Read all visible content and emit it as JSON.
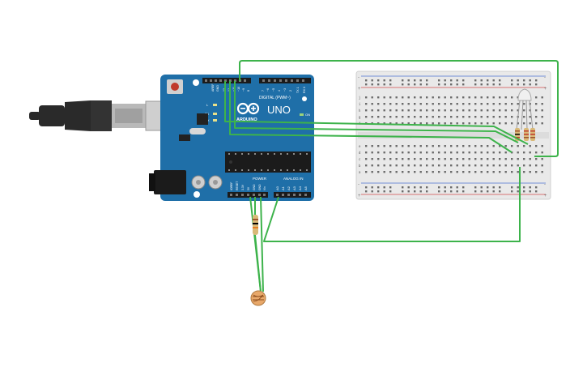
{
  "arduino": {
    "model_label": "UNO",
    "brand_label": "ARDUINO",
    "digital_header_label": "DIGITAL (PWM~)",
    "power_label": "POWER",
    "analog_label": "ANALOG IN",
    "on_led_label": "ON",
    "led_labels": [
      "L",
      "TX",
      "RX"
    ],
    "digital_pin_labels": [
      "AREF",
      "GND",
      "13",
      "12",
      "~11",
      "~10",
      "~9",
      "8",
      "7",
      "~6",
      "~5",
      "4",
      "~3",
      "2",
      "TX 1",
      "RX 0"
    ],
    "power_pin_labels": [
      "IOREF",
      "RESET",
      "3.3V",
      "5V",
      "GND",
      "GND",
      "Vin"
    ],
    "analog_pin_labels": [
      "A0",
      "A1",
      "A2",
      "A3",
      "A4",
      "A5"
    ]
  },
  "breadboard": {
    "row_letters_top": [
      "j",
      "i",
      "h",
      "g",
      "f"
    ],
    "row_letters_bottom": [
      "e",
      "d",
      "c",
      "b",
      "a"
    ],
    "rail_plus": "+",
    "rail_minus": "-"
  },
  "colors": {
    "wire": "#3db34b",
    "pcb": "#1f6fa8",
    "breadboard": "#e9e9e9",
    "resistor": "#d9b978",
    "usb_cable": "#2a2a2a"
  },
  "icons": {
    "arduino_logo": "infinity-logo-icon",
    "photoresistor": "ldr-icon",
    "rgb_led": "rgb-led-icon"
  }
}
